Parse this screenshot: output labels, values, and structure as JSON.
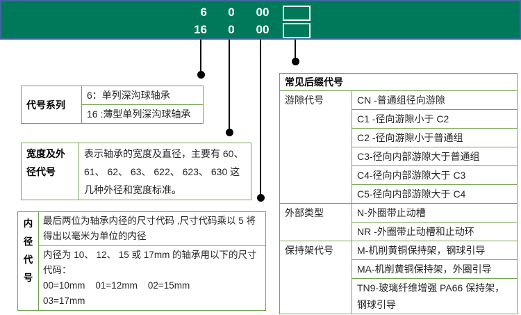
{
  "colors": {
    "bar_green": "#00795B",
    "bar_border_blue": "#3E68A0",
    "table_border_green": "#74A351",
    "connector_black": "#000000",
    "bar_text_white": "#FFFFFF"
  },
  "bar": {
    "rows": [
      {
        "series": "6",
        "width_code": "0",
        "bore_code": "00"
      },
      {
        "series": "16",
        "width_code": "0",
        "bore_code": "00"
      }
    ]
  },
  "series_table": {
    "header": "代号系列",
    "rows": [
      "6：单列深沟球轴承",
      "16 :薄型单列深沟球轴承"
    ]
  },
  "width_table": {
    "header": "宽度及外径代号",
    "content": "表示轴承的宽度及直径，主要有 60、 61、 62、 63、 622、 623、 630 这几种外径和宽度标准。"
  },
  "bore_table": {
    "header": "内径代号",
    "header_chars": [
      "内",
      "径",
      "代",
      "号"
    ],
    "row1": "最后两位为轴承内径的尺寸代码 ,尺寸代码乘以 5 将得出以毫米为单位的内径",
    "row2_lines": [
      "内径为 10、 12、 15 或 17mm 的轴承用以下的尺寸代码：",
      "00=10mm    01=12mm    02=15mm",
      "03=17mm"
    ]
  },
  "suffix_table": {
    "title": "常见后缀代号",
    "sections": [
      {
        "label": "游隙代号",
        "rows": [
          "CN -普通组径向游隙",
          "C1 -径向游隙小于 C2",
          "C2 -径向游隙小于普通组",
          "C3-径向内部游隙大于普通组",
          "C4-径向内部游隙大于 C3",
          "C5-径向内部游隙大于 C4"
        ]
      },
      {
        "label": "外部类型",
        "rows": [
          "N-外圈带止动槽",
          "NR -外圈带止动槽和止动环"
        ]
      },
      {
        "label": "保持架代号",
        "rows": [
          "M-机削黄铜保持架，钢球引导",
          "MA-机削黄铜保持架，外圈引导",
          "TN9-玻璃纤维增强 PA66 保持架，钢球引导"
        ]
      }
    ]
  }
}
